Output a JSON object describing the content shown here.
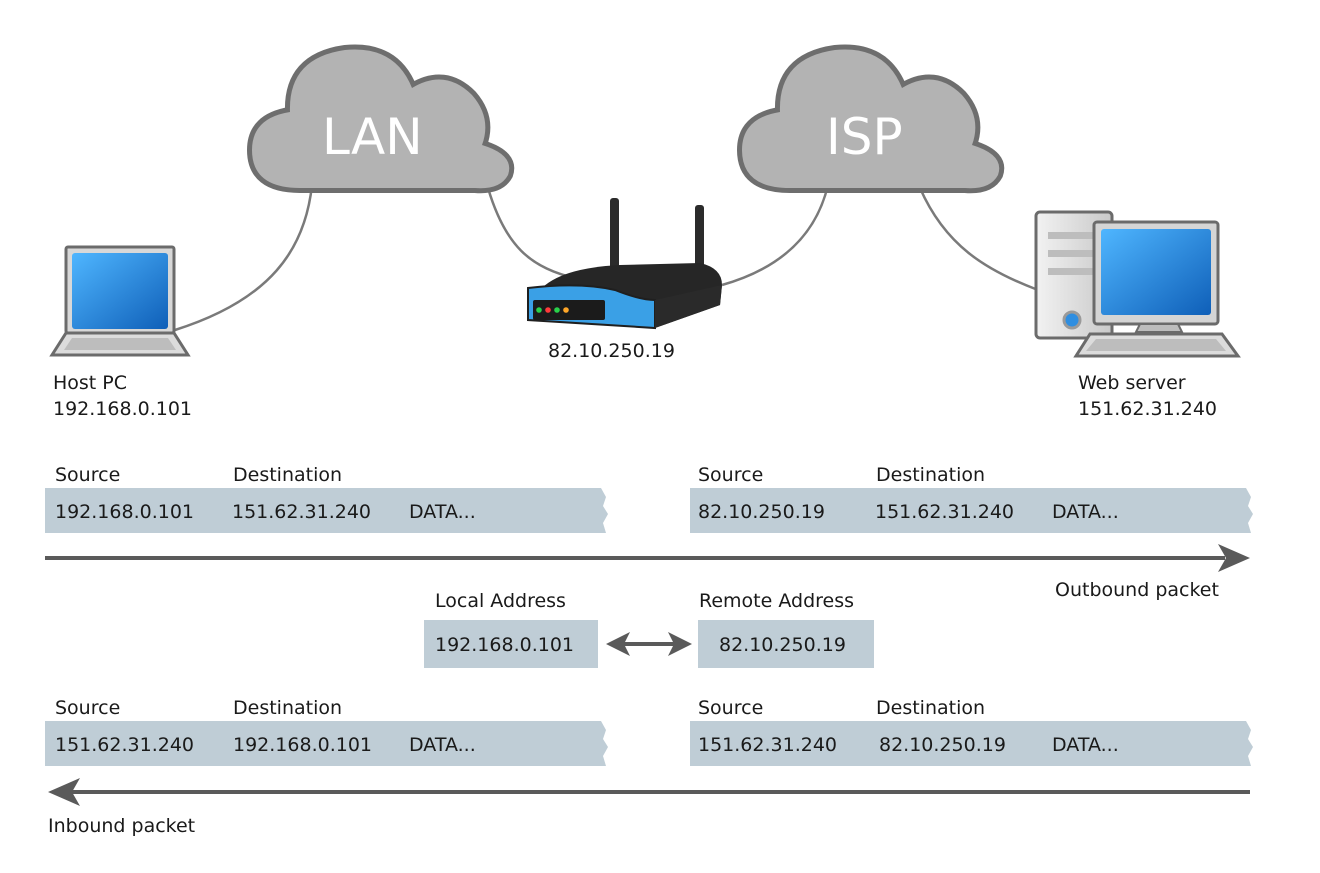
{
  "clouds": {
    "lan": "LAN",
    "isp": "ISP"
  },
  "router": {
    "ip": "82.10.250.19"
  },
  "host": {
    "name": "Host PC",
    "ip": "192.168.0.101"
  },
  "server": {
    "name": "Web server",
    "ip": "151.62.31.240"
  },
  "outbound": {
    "label": "Outbound packet",
    "left": {
      "source_header": "Source",
      "destination_header": "Destination",
      "source": "192.168.0.101",
      "destination": "151.62.31.240",
      "data": "DATA..."
    },
    "right": {
      "source_header": "Source",
      "destination_header": "Destination",
      "source": "82.10.250.19",
      "destination": "151.62.31.240",
      "data": "DATA..."
    }
  },
  "nat": {
    "local_label": "Local Address",
    "local_value": "192.168.0.101",
    "remote_label": "Remote Address",
    "remote_value": "82.10.250.19"
  },
  "inbound": {
    "label": "Inbound packet",
    "left": {
      "source_header": "Source",
      "destination_header": "Destination",
      "source": "151.62.31.240",
      "destination": "192.168.0.101",
      "data": "DATA..."
    },
    "right": {
      "source_header": "Source",
      "destination_header": "Destination",
      "source": "151.62.31.240",
      "destination": "82.10.250.19",
      "data": "DATA..."
    }
  },
  "colors": {
    "cloud_fill": "#b3b3b3",
    "cloud_stroke": "#6e6e6e",
    "packet_fill": "#bfcdd6",
    "arrow": "#5a5a5a",
    "screen": "#1e7fd6",
    "router_blue": "#3aa0e6"
  }
}
